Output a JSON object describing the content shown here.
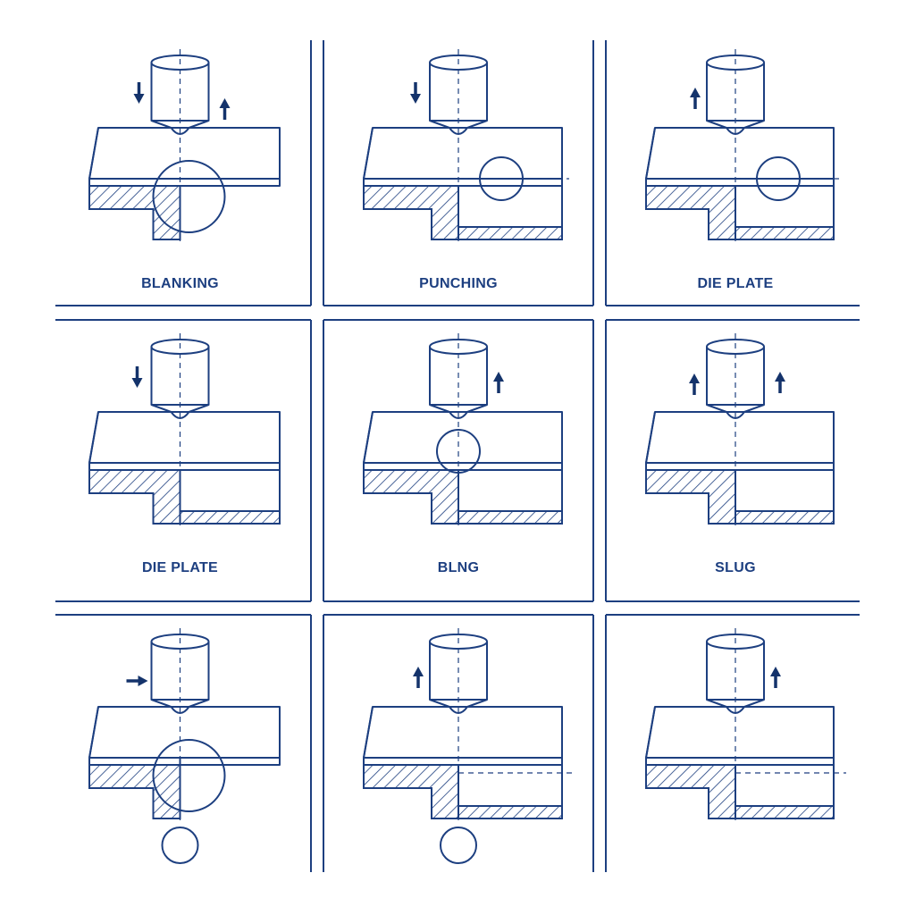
{
  "colors": {
    "ink": "#1d3f80",
    "arrow": "#14336b",
    "background": "#ffffff"
  },
  "panels": [
    {
      "label": "BLANKING",
      "arrows": [
        "down",
        "up"
      ],
      "variant": "blank"
    },
    {
      "label": "PUNCHING",
      "arrows": [
        "down"
      ],
      "variant": "punch"
    },
    {
      "label": "DIE PLATE",
      "arrows": [
        "up"
      ],
      "variant": "punch"
    },
    {
      "label": "DIE PLATE",
      "arrows": [
        "down"
      ],
      "variant": "plain"
    },
    {
      "label": "BLNG",
      "arrows": [
        "up"
      ],
      "variant": "ball"
    },
    {
      "label": "SLUG",
      "arrows": [
        "up",
        "up"
      ],
      "variant": "plain"
    },
    {
      "label": "",
      "arrows": [
        "right"
      ],
      "variant": "blank-slug"
    },
    {
      "label": "",
      "arrows": [
        "up"
      ],
      "variant": "step-slug"
    },
    {
      "label": "",
      "arrows": [
        "up"
      ],
      "variant": "step"
    }
  ]
}
